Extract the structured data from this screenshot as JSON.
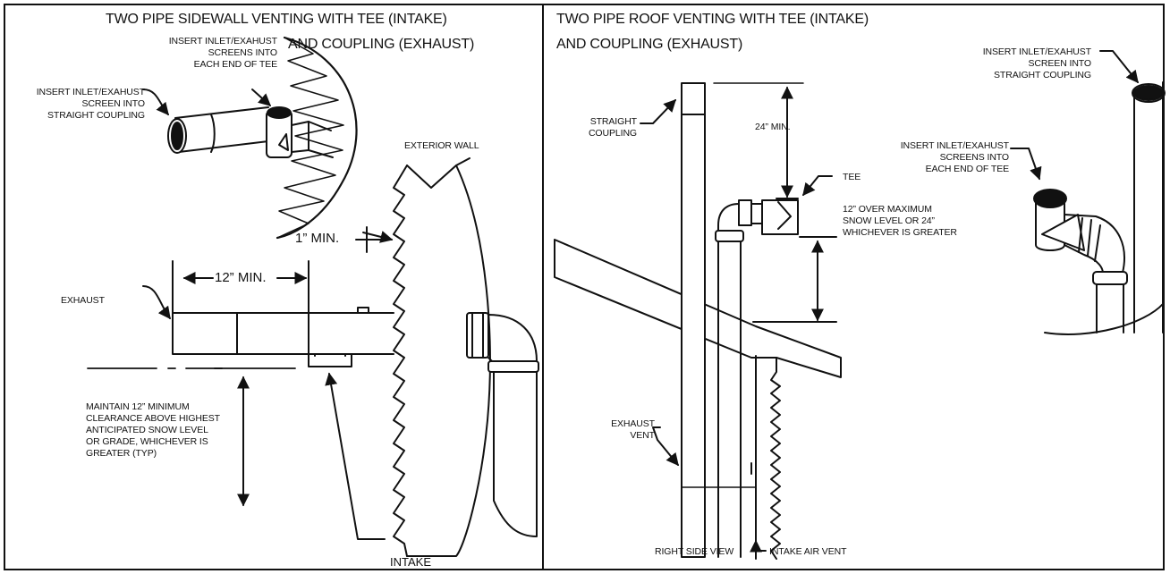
{
  "left_panel": {
    "title_line1": "TWO PIPE SIDEWALL VENTING WITH TEE (INTAKE)",
    "title_line2": "AND COUPLING (EXHAUST)",
    "note_tee": [
      "INSERT INLET/EXAHUST",
      "SCREENS INTO",
      "EACH END OF TEE"
    ],
    "note_coupling": [
      "INSERT INLET/EXAHUST",
      "SCREEN INTO",
      "STRAIGHT COUPLING"
    ],
    "exterior_wall": "EXTERIOR WALL",
    "dim_1in": "1” MIN.",
    "dim_12in": "12” MIN.",
    "exhaust": "EXHAUST",
    "clearance_note": [
      "MAINTAIN 12” MINIMUM",
      "CLEARANCE ABOVE HIGHEST",
      "ANTICIPATED SNOW LEVEL",
      "OR GRADE, WHICHEVER IS",
      "GREATER (TYP)"
    ],
    "intake": "INTAKE"
  },
  "right_panel": {
    "title_line1": "TWO PIPE ROOF VENTING WITH TEE (INTAKE)",
    "title_line2": "AND COUPLING (EXHAUST)",
    "straight_coupling": [
      "STRAIGHT",
      "COUPLING"
    ],
    "dim_24in": "24” MIN.",
    "tee": "TEE",
    "snow_note": [
      "12” OVER MAXIMUM",
      "SNOW LEVEL OR 24”",
      "WHICHEVER IS GREATER"
    ],
    "note_coupling": [
      "INSERT INLET/EXAHUST",
      "SCREEN INTO",
      "STRAIGHT COUPLING"
    ],
    "note_tee": [
      "INSERT INLET/EXAHUST",
      "SCREENS INTO",
      "EACH END OF TEE"
    ],
    "exhaust_vent": [
      "EXHAUST",
      "VENT"
    ],
    "right_side_view": "RIGHT SIDE VIEW",
    "intake_air_vent": "INTAKE AIR VENT"
  }
}
